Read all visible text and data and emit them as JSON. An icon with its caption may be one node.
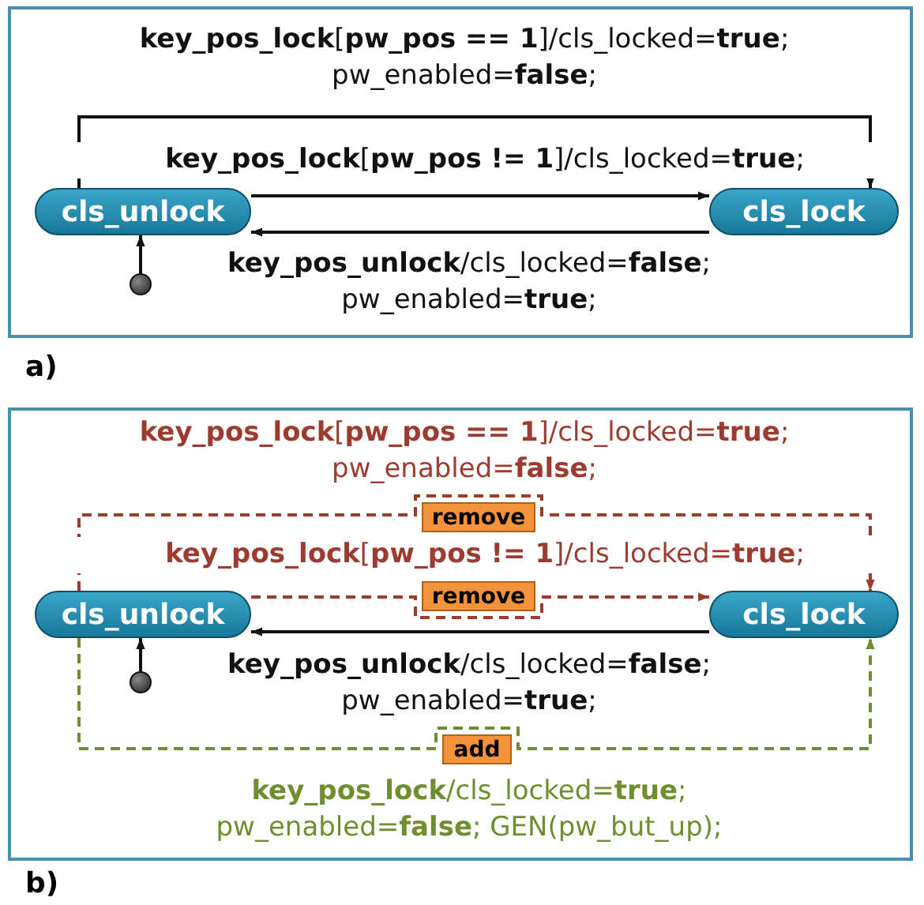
{
  "diagram": {
    "nodes": [
      {
        "text": [],
        "shape": "box",
        "beside": [
          "a)"
        ]
      },
      {
        "text": [
          "cls_unlock"
        ],
        "in": 0
      },
      {
        "text": [
          "cls_lock"
        ],
        "in": 0
      },
      {
        "text": [],
        "shape": "circle",
        "in": 0
      },
      {
        "text": [],
        "shape": "box",
        "beside": [
          "b)"
        ]
      },
      {
        "text": [
          "cls_unlock"
        ],
        "in": 4
      },
      {
        "text": [
          "cls_lock"
        ],
        "in": 4
      },
      {
        "text": [],
        "shape": "circle",
        "in": 4
      },
      {
        "text": [
          "remove"
        ],
        "in": 4
      },
      {
        "text": [
          "remove"
        ],
        "in": 4
      },
      {
        "text": [
          "add"
        ],
        "in": 4
      }
    ],
    "edges": [
      {
        "from": 1,
        "to": 2,
        "arrow": "to",
        "label": "**key_pos_lock**[**pw_pos == 1**]/cls_locked=**true**; pw_enabled=**false**;"
      },
      {
        "from": 1,
        "to": 2,
        "arrow": "to",
        "label": "**key_pos_lock**[**pw_pos != 1**]/cls_locked=**true**;"
      },
      {
        "from": 2,
        "to": 1,
        "arrow": "to",
        "label": "**key_pos_unlock**/cls_locked=**false**; pw_enabled=**true**;"
      },
      {
        "from": 3,
        "to": 1,
        "arrow": "to"
      },
      {
        "from": 5,
        "to": 6,
        "arrow": "to",
        "style": "dashed",
        "color": "#9e3b30",
        "label": "**key_pos_lock**[**pw_pos == 1**]/cls_locked=**true**; pw_enabled=**false**;"
      },
      {
        "from": 5,
        "to": 6,
        "arrow": "to",
        "style": "dashed",
        "color": "#9e3b30",
        "label": "**key_pos_lock**[**pw_pos != 1**]/cls_locked=**true**;"
      },
      {
        "from": 6,
        "to": 5,
        "arrow": "to",
        "label": "**key_pos_unlock**/cls_locked=**false**; pw_enabled=**true**;"
      },
      {
        "from": 7,
        "to": 5,
        "arrow": "to"
      },
      {
        "from": 5,
        "to": 6,
        "arrow": "to",
        "style": "dashed",
        "color": "#6f8f2f",
        "label": "**key_pos_lock**/cls_locked=**true**; pw_enabled=**false**; GEN(pw_but_up);"
      }
    ]
  }
}
